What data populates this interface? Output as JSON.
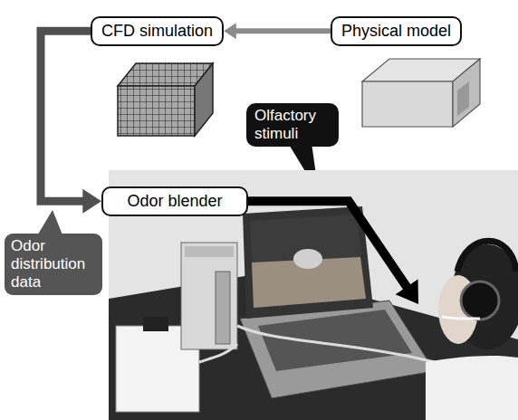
{
  "diagram": {
    "nodes": [
      {
        "text": [
          "CFD simulation"
        ]
      },
      {
        "text": [
          "Physical model"
        ]
      },
      {
        "text": [
          "Odor blender"
        ]
      }
    ],
    "edges": [
      {
        "from": 1,
        "to": 0,
        "arrow": "to"
      },
      {
        "from": 0,
        "to": 2,
        "arrow": "to"
      }
    ],
    "labels": [
      "Olfactory stimuli",
      "Odor distribution data"
    ]
  }
}
